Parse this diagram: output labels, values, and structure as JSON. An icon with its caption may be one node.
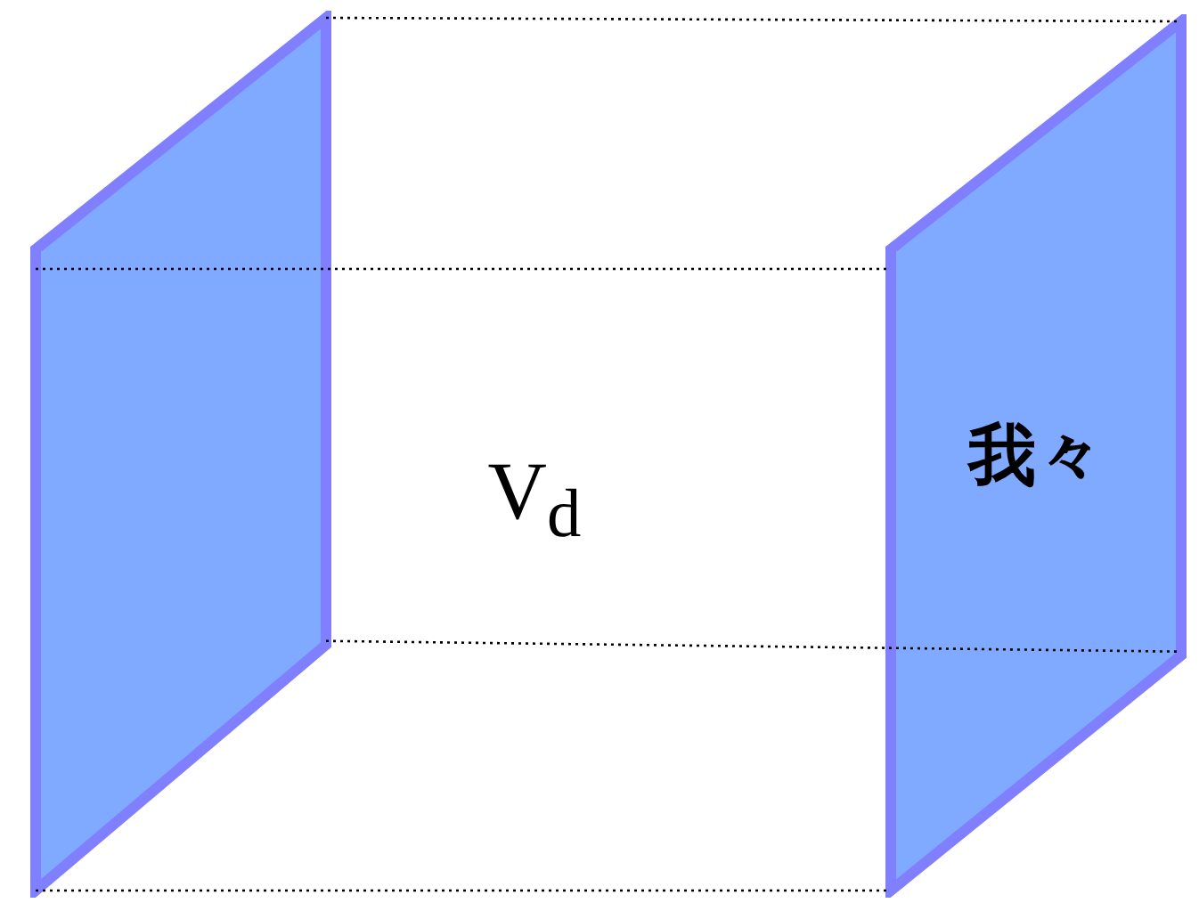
{
  "diagram": {
    "nodes": [
      {
        "text": [],
        "shape": "box"
      },
      {
        "text": [
          "我々"
        ]
      }
    ],
    "edges": [
      {
        "from": 0,
        "to": 1,
        "arrow": "none"
      },
      {
        "from": 0,
        "to": 1,
        "arrow": "none"
      },
      {
        "from": 0,
        "to": 1,
        "arrow": "none"
      },
      {
        "from": 0,
        "to": 1,
        "arrow": "none"
      }
    ],
    "labels": [
      "V$_{d}$"
    ]
  }
}
